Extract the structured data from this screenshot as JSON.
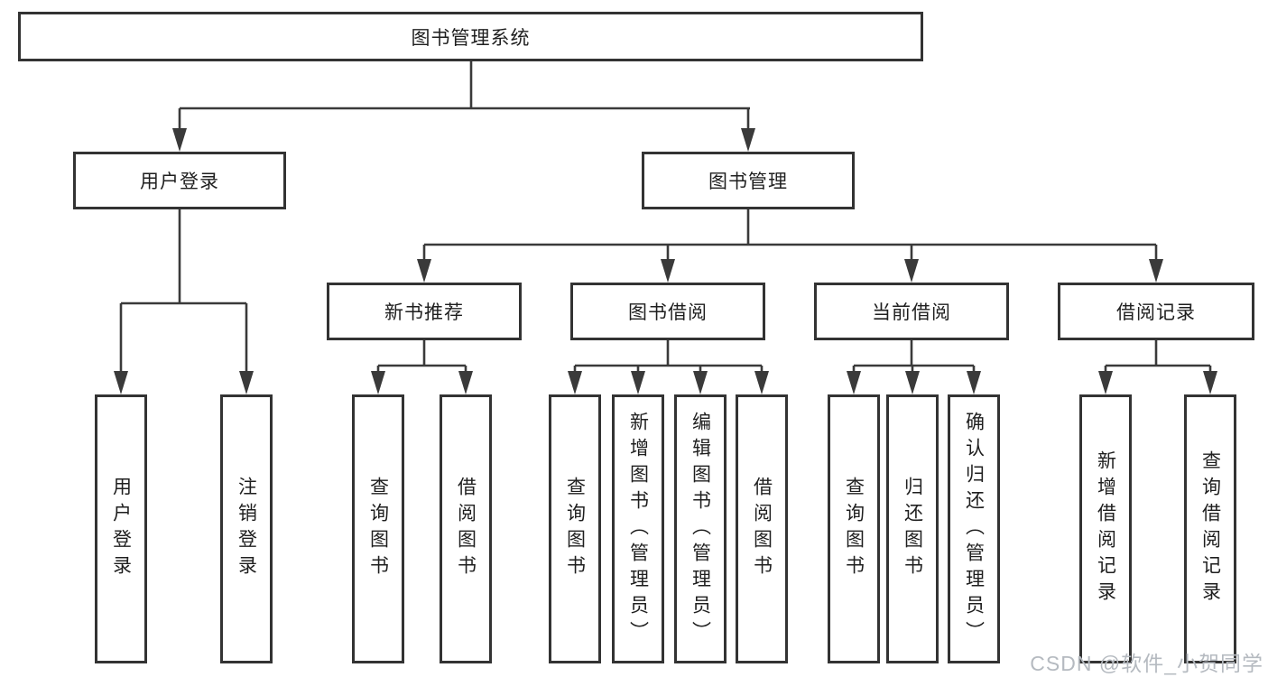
{
  "tree": {
    "root": {
      "label": "图书管理系统"
    },
    "branches": [
      {
        "label": "用户登录",
        "children": [
          {
            "label": "用户登录"
          },
          {
            "label": "注销登录"
          }
        ]
      },
      {
        "label": "图书管理",
        "children": [
          {
            "label": "新书推荐",
            "children": [
              {
                "label": "查询图书"
              },
              {
                "label": "借阅图书"
              }
            ]
          },
          {
            "label": "图书借阅",
            "children": [
              {
                "label": "查询图书"
              },
              {
                "label": "新增图书（管理员）"
              },
              {
                "label": "编辑图书（管理员）"
              },
              {
                "label": "借阅图书"
              }
            ]
          },
          {
            "label": "当前借阅",
            "children": [
              {
                "label": "查询图书"
              },
              {
                "label": "归还图书"
              },
              {
                "label": "确认归还（管理员）"
              }
            ]
          },
          {
            "label": "借阅记录",
            "children": [
              {
                "label": "新增借阅记录"
              },
              {
                "label": "查询借阅记录"
              }
            ]
          }
        ]
      }
    ]
  },
  "watermark": {
    "text": "CSDN @软件_小贺同学"
  },
  "colors": {
    "line": "#3a3a3a",
    "box_border": "#333333",
    "text": "#1f1f1f",
    "watermark": "#b5bac0",
    "background": "#ffffff"
  }
}
